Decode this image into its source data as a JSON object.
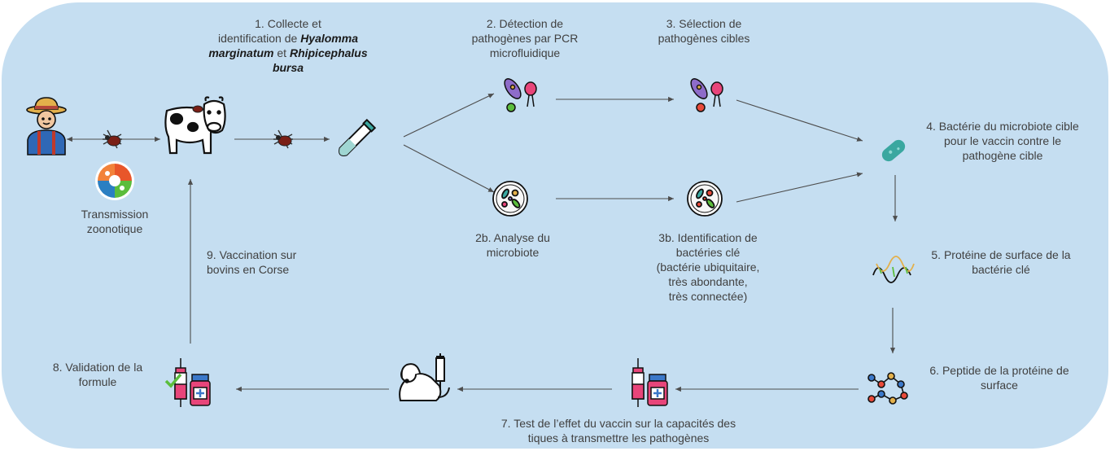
{
  "colors": {
    "background": "#c5def1",
    "arrow": "#4d4d4d",
    "icon_outline": "#111111",
    "syringe_pink": "#e8457a",
    "vial_blue": "#3b78c9",
    "bacterium_teal": "#3aa7a0",
    "check_green": "#5bbd3c",
    "tick_red": "#c0392b"
  },
  "steps": {
    "collect": {
      "line1": "1. Collecte et",
      "line2_pre": "identification de ",
      "species1_a": "Hyalomma",
      "species1_b": "marginatum",
      "conj": " et ",
      "species2_a": "Rhipicephalus",
      "species2_b": "bursa"
    },
    "detection": {
      "lines": [
        "2. Détection de",
        "pathogènes par PCR",
        "microfluidique"
      ]
    },
    "selection": {
      "lines": [
        "3. Sélection de",
        "pathogènes cibles"
      ]
    },
    "target_bacterium": {
      "lines": [
        "4. Bactérie du microbiote cible",
        "pour le vaccin contre le",
        "pathogène cible"
      ]
    },
    "microbiota": {
      "lines": [
        "2b. Analyse du",
        "microbiote"
      ]
    },
    "key_bacteria": {
      "lines": [
        "3b. Identification  de",
        "bactéries clé",
        "(bactérie ubiquitaire,",
        "très abondante,",
        "très connectée)"
      ]
    },
    "surface_protein": {
      "lines": [
        "5. Protéine de surface de la",
        "bactérie clé"
      ]
    },
    "peptide": {
      "lines": [
        "6. Peptide de la protéine de",
        "surface"
      ]
    },
    "test": {
      "lines": [
        "7. Test de l’effet du vaccin sur la capacités des",
        "tiques à transmettre les pathogènes"
      ]
    },
    "validation": {
      "lines": [
        "8. Validation de la",
        "formule"
      ]
    },
    "vaccination": {
      "lines": [
        "9. Vaccination sur",
        "bovins en Corse"
      ]
    },
    "zoonotic": {
      "lines": [
        "Transmission",
        "zoonotique"
      ]
    }
  },
  "icons": [
    "farmer-icon",
    "tick-icon",
    "cow-icon",
    "test-tube-icon",
    "one-health-logo",
    "pathogens-icon",
    "petri-dish-icon",
    "bacterium-icon",
    "protein-icon",
    "peptide-icon",
    "vaccine-icon",
    "mouse-icon",
    "validated-vaccine-icon"
  ]
}
